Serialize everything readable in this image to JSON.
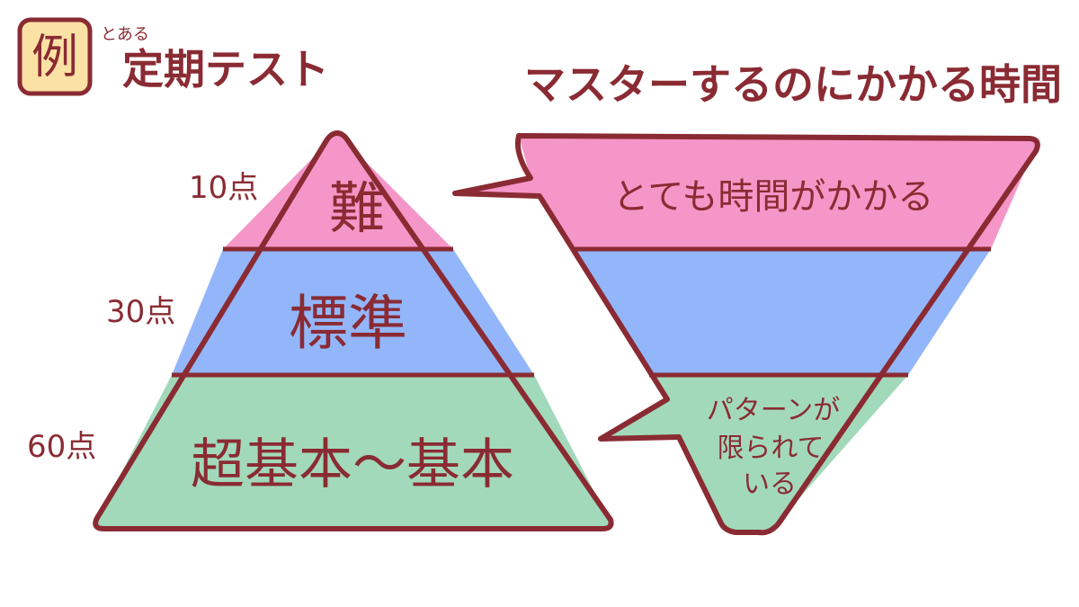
{
  "header": {
    "badge": "例",
    "ruby": "とある",
    "title": "定期テスト"
  },
  "right_title": "マスターするのにかかる時間",
  "pyramid": {
    "levels": [
      {
        "name": "難",
        "points": "10点"
      },
      {
        "name": "標準",
        "points": "30点"
      },
      {
        "name": "超基本～基本",
        "points": "60点"
      }
    ]
  },
  "inverted": {
    "top_text": "とても時間がかかる",
    "bottom_lines": [
      "パターンが",
      "限られて",
      "いる"
    ]
  },
  "colors": {
    "outline": "#8a2b33",
    "pink": "#f596c8",
    "blue": "#93b6fb",
    "green": "#a2d9ba",
    "badge_fill": "#fbe2a4"
  }
}
